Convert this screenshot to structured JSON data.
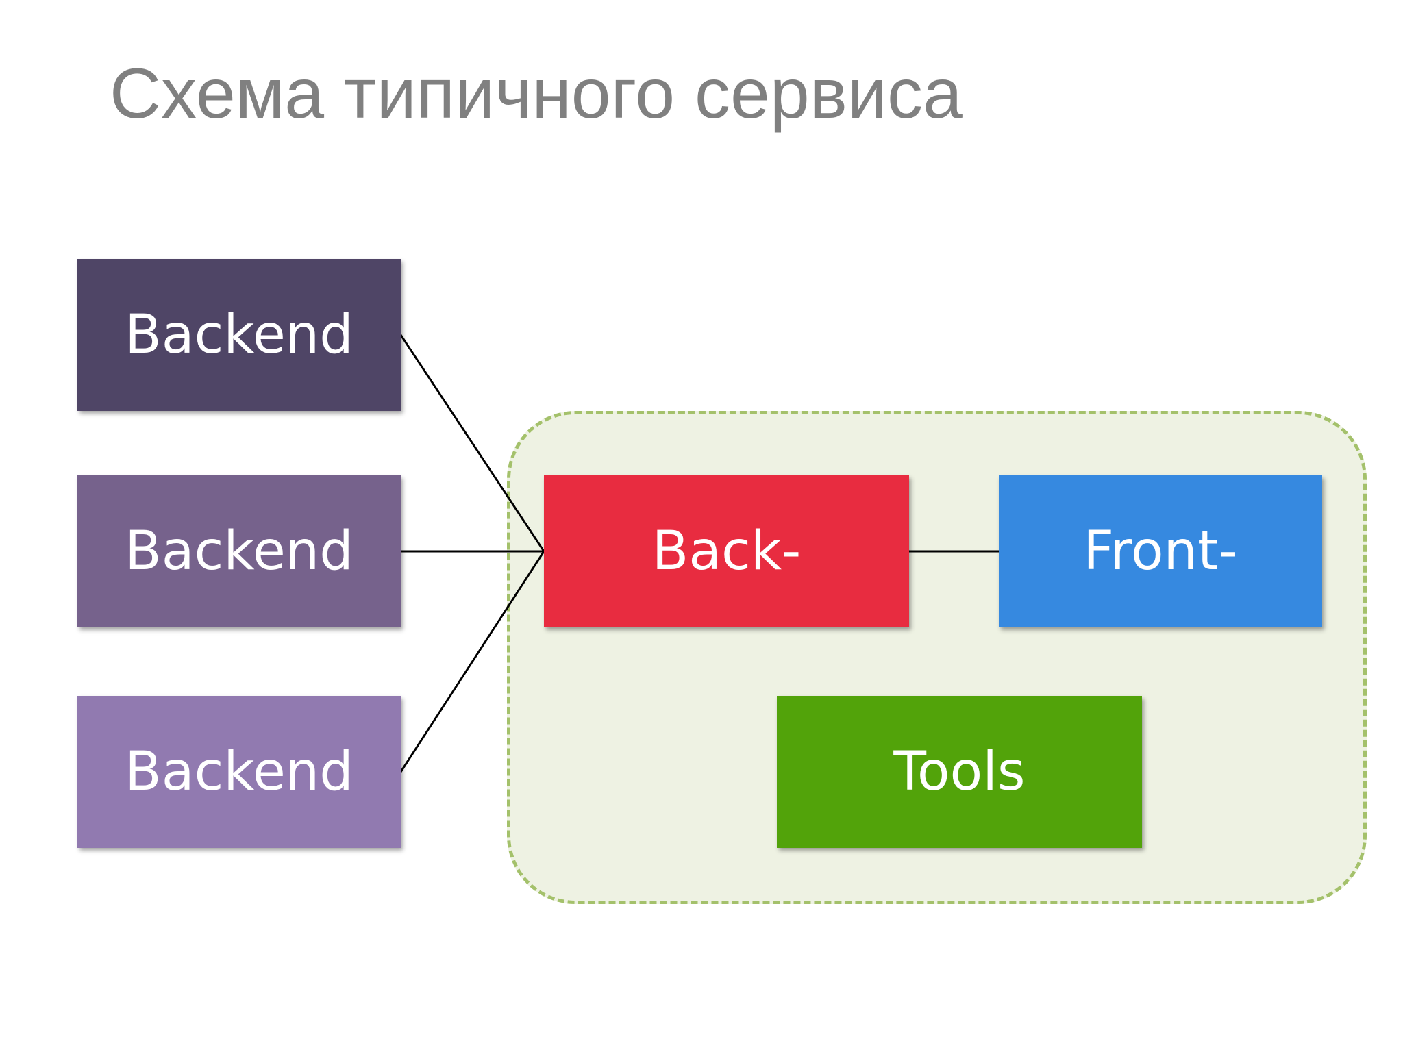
{
  "title": "Схема типичного сервиса",
  "boxes": {
    "backend_1": {
      "label": "Backend",
      "color": "#4f4566"
    },
    "backend_2": {
      "label": "Backend",
      "color": "#76628c"
    },
    "backend_3": {
      "label": "Backend",
      "color": "#917ab0"
    },
    "back": {
      "label": "Back-",
      "color": "#e82c40"
    },
    "front": {
      "label": "Front-",
      "color": "#3689e0"
    },
    "tools": {
      "label": "Tools",
      "color": "#52a30a"
    }
  },
  "group": {
    "fill_color": "#eef2e3",
    "border_color": "#a4c16b"
  },
  "connector_color": "#000000"
}
